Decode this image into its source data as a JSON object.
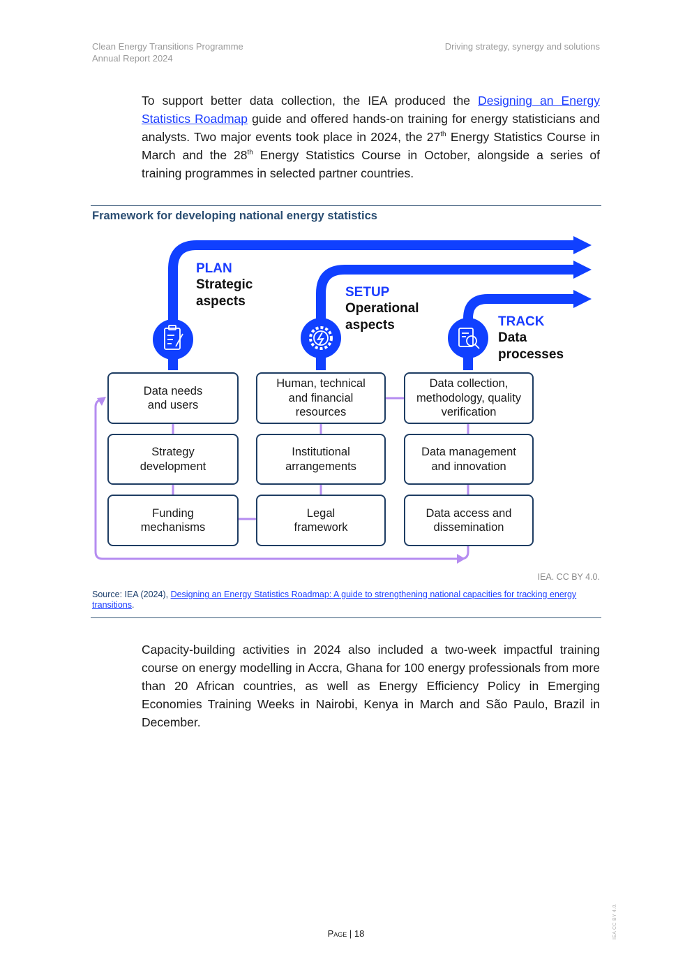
{
  "header": {
    "left_line1": "Clean Energy Transitions Programme",
    "left_line2": "Annual Report 2024",
    "right": "Driving strategy, synergy and solutions"
  },
  "intro_paragraph": {
    "text_before_link": "To support better data collection, the IEA produced the ",
    "link_text": "Designing an Energy Statistics Roadmap",
    "text_after_link": " guide and offered hands-on training for energy statisticians and analysts. Two major events took place in 2024, the 27",
    "sup1": "th",
    "text_mid": " Energy Statistics Course in March and the 28",
    "sup2": "th",
    "text_end": " Energy Statistics Course in October, alongside a series of training programmes in selected partner countries."
  },
  "figure": {
    "title": "Framework for developing national energy statistics",
    "colors": {
      "arrow_blue": "#1040ff",
      "connector_purple": "#b58cf0",
      "box_border": "#1e3d63",
      "title_blue": "#1a3cff"
    },
    "stages": [
      {
        "title": "PLAN",
        "subtitle_line1": "Strategic",
        "subtitle_line2": "aspects",
        "icon": "clipboard-icon"
      },
      {
        "title": "SETUP",
        "subtitle_line1": "Operational",
        "subtitle_line2": "aspects",
        "icon": "gear-bolt-icon"
      },
      {
        "title": "TRACK",
        "subtitle_line1": "Data",
        "subtitle_line2": "processes",
        "icon": "magnifier-report-icon"
      }
    ],
    "boxes": [
      [
        "Data needs\nand users",
        "Strategy\ndevelopment",
        "Funding\nmechanisms"
      ],
      [
        "Human, technical\nand financial\nresources",
        "Institutional\narrangements",
        "Legal\nframework"
      ],
      [
        "Data collection,\nmethodology, quality\nverification",
        "Data management\nand innovation",
        "Data access and\ndissemination"
      ]
    ],
    "credit": "IEA. CC BY 4.0.",
    "source_prefix": "Source: IEA (2024), ",
    "source_link": "Designing an Energy Statistics Roadmap: A guide to strengthening national capacities for tracking energy transitions",
    "source_suffix": "."
  },
  "closing_paragraph": "Capacity-building activities in 2024 also included a two-week impactful training course on energy modelling in Accra, Ghana for 100 energy professionals from more than 20 African countries, as well as Energy Efficiency Policy in Emerging Economies Training Weeks in Nairobi, Kenya in March and São Paulo, Brazil in December.",
  "footer": {
    "page_label": "Page",
    "separator": "|",
    "page_number": "18"
  },
  "side_credit": "IEA CC BY 4.0."
}
